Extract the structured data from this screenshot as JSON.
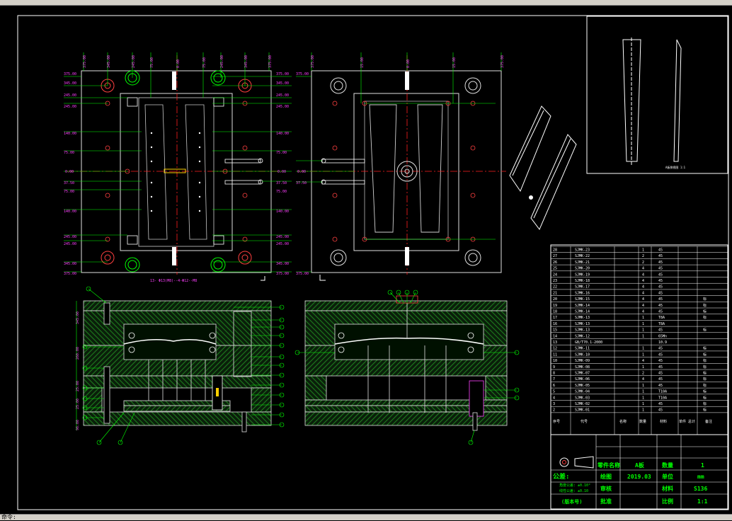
{
  "window": {
    "status_text": "命令:"
  },
  "colors": {
    "frame": "#ffffff",
    "center_line": "#ff2020",
    "dimension": "#ff40ff",
    "leader": "#00ff00",
    "hatch": "#1e7a1e",
    "parts": "#e0e0e0",
    "accent": "#00ffff"
  },
  "bom": {
    "rows": [
      {
        "no": "28",
        "code": "SJMK-23",
        "name": "",
        "qty": "1",
        "mat": "45",
        "note": ""
      },
      {
        "no": "27",
        "code": "SJMK-22",
        "name": "",
        "qty": "2",
        "mat": "45",
        "note": ""
      },
      {
        "no": "26",
        "code": "SJMK-21",
        "name": "",
        "qty": "2",
        "mat": "45",
        "note": ""
      },
      {
        "no": "25",
        "code": "SJMK-20",
        "name": "",
        "qty": "4",
        "mat": "45",
        "note": ""
      },
      {
        "no": "24",
        "code": "SJMK-19",
        "name": "",
        "qty": "4",
        "mat": "45",
        "note": ""
      },
      {
        "no": "23",
        "code": "SJMK-18",
        "name": "",
        "qty": "4",
        "mat": "45",
        "note": ""
      },
      {
        "no": "22",
        "code": "SJMK-17",
        "name": "",
        "qty": "4",
        "mat": "45",
        "note": ""
      },
      {
        "no": "21",
        "code": "SJMK-16",
        "name": "",
        "qty": "4",
        "mat": "45",
        "note": ""
      },
      {
        "no": "20",
        "code": "SJMK-15",
        "name": "",
        "qty": "4",
        "mat": "45",
        "note": "标"
      },
      {
        "no": "19",
        "code": "SJMK-14",
        "name": "",
        "qty": "4",
        "mat": "45",
        "note": "标"
      },
      {
        "no": "18",
        "code": "SJMK-14",
        "name": "",
        "qty": "4",
        "mat": "45",
        "note": "标"
      },
      {
        "no": "17",
        "code": "SJMK-13",
        "name": "",
        "qty": "1",
        "mat": "T8A",
        "note": "标"
      },
      {
        "no": "16",
        "code": "SJMK-13",
        "name": "",
        "qty": "1",
        "mat": "T8A",
        "note": ""
      },
      {
        "no": "15",
        "code": "SJMK-13",
        "name": "",
        "qty": "1",
        "mat": "45",
        "note": "标"
      },
      {
        "no": "14",
        "code": "SJMK-12",
        "name": "",
        "qty": "1",
        "mat": "65Mn",
        "note": ""
      },
      {
        "no": "13",
        "code": "GB/T70.1-2000",
        "name": "",
        "qty": "",
        "mat": "10.9",
        "note": ""
      },
      {
        "no": "12",
        "code": "SJMK-11",
        "name": "",
        "qty": "1",
        "mat": "45",
        "note": "标"
      },
      {
        "no": "11",
        "code": "SJMK-10",
        "name": "",
        "qty": "1",
        "mat": "45",
        "note": "标"
      },
      {
        "no": "10",
        "code": "SJMK-09",
        "name": "",
        "qty": "4",
        "mat": "45",
        "note": "标"
      },
      {
        "no": "9",
        "code": "SJMK-08",
        "name": "",
        "qty": "1",
        "mat": "45",
        "note": "标"
      },
      {
        "no": "8",
        "code": "SJMK-07",
        "name": "",
        "qty": "2",
        "mat": "45",
        "note": "标"
      },
      {
        "no": "7",
        "code": "SJMK-06",
        "name": "",
        "qty": "4",
        "mat": "45",
        "note": "标"
      },
      {
        "no": "6",
        "code": "SJMK-05",
        "name": "",
        "qty": "1",
        "mat": "45",
        "note": "标"
      },
      {
        "no": "5",
        "code": "SJMK-04",
        "name": "",
        "qty": "1",
        "mat": "T10A",
        "note": "标"
      },
      {
        "no": "4",
        "code": "SJMK-03",
        "name": "",
        "qty": "1",
        "mat": "T10A",
        "note": "标"
      },
      {
        "no": "3",
        "code": "SJMK-02",
        "name": "",
        "qty": "1",
        "mat": "45",
        "note": "标"
      },
      {
        "no": "2",
        "code": "SJMK-01",
        "name": "",
        "qty": "1",
        "mat": "45",
        "note": "标"
      }
    ],
    "header": {
      "no": "序号",
      "code": "代号",
      "name": "名称",
      "qty": "数量",
      "mat": "材料",
      "wt": "单件 总计",
      "note": "备注"
    }
  },
  "title_block": {
    "part_name_label": "零件名称",
    "part_name": "A板",
    "qty_label": "数量",
    "qty": "1",
    "drawn_label": "绘图",
    "date": "2019.03",
    "unit_label": "单位",
    "unit": "mm",
    "check_label": "审核",
    "material_label": "材料",
    "material": "S136",
    "approve_label": "批准",
    "scale_label": "比例",
    "scale": "1:1",
    "tol_title": "公差:",
    "tol_1": "角度公差: ±0.10°",
    "tol_2": "线性公差: ±0.10",
    "version": "(版本号)"
  },
  "plan_dims_left": {
    "left_top": [
      "375.00",
      "345.00",
      "245.00",
      "245.00"
    ],
    "left_mid": [
      "140.00",
      "75.00",
      "0.00",
      "37.50",
      "75.00",
      "140.00"
    ],
    "left_bot": [
      "245.00",
      "245.00",
      "345.00",
      "375.00"
    ],
    "right_top": [
      "375.00",
      "345.00",
      "245.00",
      "245.00"
    ],
    "right_mid": [
      "140.00",
      "75.00",
      "0.00",
      "37.50",
      "75.00",
      "140.00"
    ],
    "right_bot": [
      "245.00",
      "245.00",
      "345.00",
      "375.00"
    ],
    "top_dims": [
      "375.00",
      "345.00",
      "245.00",
      "75.00",
      "0.00",
      "75.00",
      "245.00",
      "345.00",
      "375.00"
    ],
    "bottom_note": "13- Φ13(M8)--4-Φ12--M8"
  },
  "plan_dims_right": {
    "left": [
      "375.00",
      "",
      "",
      "",
      "",
      "0.00",
      "37.50",
      "",
      "",
      "",
      "",
      "375.00"
    ],
    "top_dims": [
      "375.00",
      "15.00",
      "0.00",
      "15.00",
      "375.00"
    ]
  },
  "section_left": {
    "dims": [
      "345.00",
      "260.00",
      "25.00",
      "25.00",
      "96.00",
      "25.00"
    ]
  },
  "section_balloons": {
    "left": [
      "1",
      "2",
      "3",
      "4",
      "5",
      "6",
      "7",
      "8",
      "9",
      "10",
      "11",
      "12",
      "13",
      "14",
      "15",
      "16",
      "17",
      "18",
      "19",
      "20",
      "21",
      "22",
      "23"
    ],
    "right": [
      "24",
      "25",
      "26",
      "27",
      "28"
    ]
  },
  "part_view": {
    "label": "A板侧视图 1:1"
  }
}
